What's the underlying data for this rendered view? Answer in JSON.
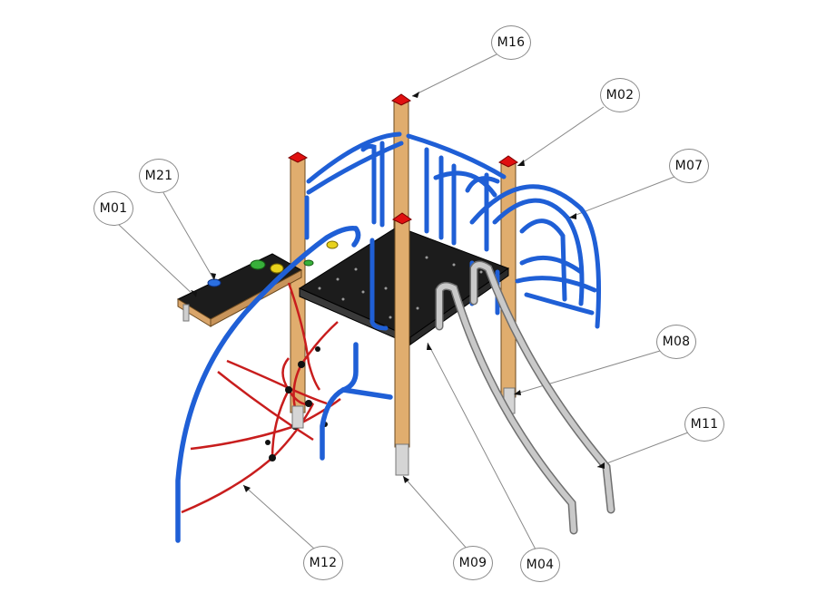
{
  "diagram": {
    "callouts": [
      {
        "id": "m16",
        "label": "M16"
      },
      {
        "id": "m02",
        "label": "M02"
      },
      {
        "id": "m07",
        "label": "M07"
      },
      {
        "id": "m21",
        "label": "M21"
      },
      {
        "id": "m01",
        "label": "M01"
      },
      {
        "id": "m08",
        "label": "M08"
      },
      {
        "id": "m11",
        "label": "M11"
      },
      {
        "id": "m12",
        "label": "M12"
      },
      {
        "id": "m09",
        "label": "M09"
      },
      {
        "id": "m04",
        "label": "M04"
      }
    ]
  },
  "colors": {
    "frame_blue": "#1f5fd6",
    "net_red": "#c81d1d",
    "post_wood": "#e0ad6e",
    "post_cap": "#e01010",
    "deck_black": "#1c1c1c",
    "slide_grey": "#bdbdbd",
    "leader_line": "#8a8a8a"
  }
}
